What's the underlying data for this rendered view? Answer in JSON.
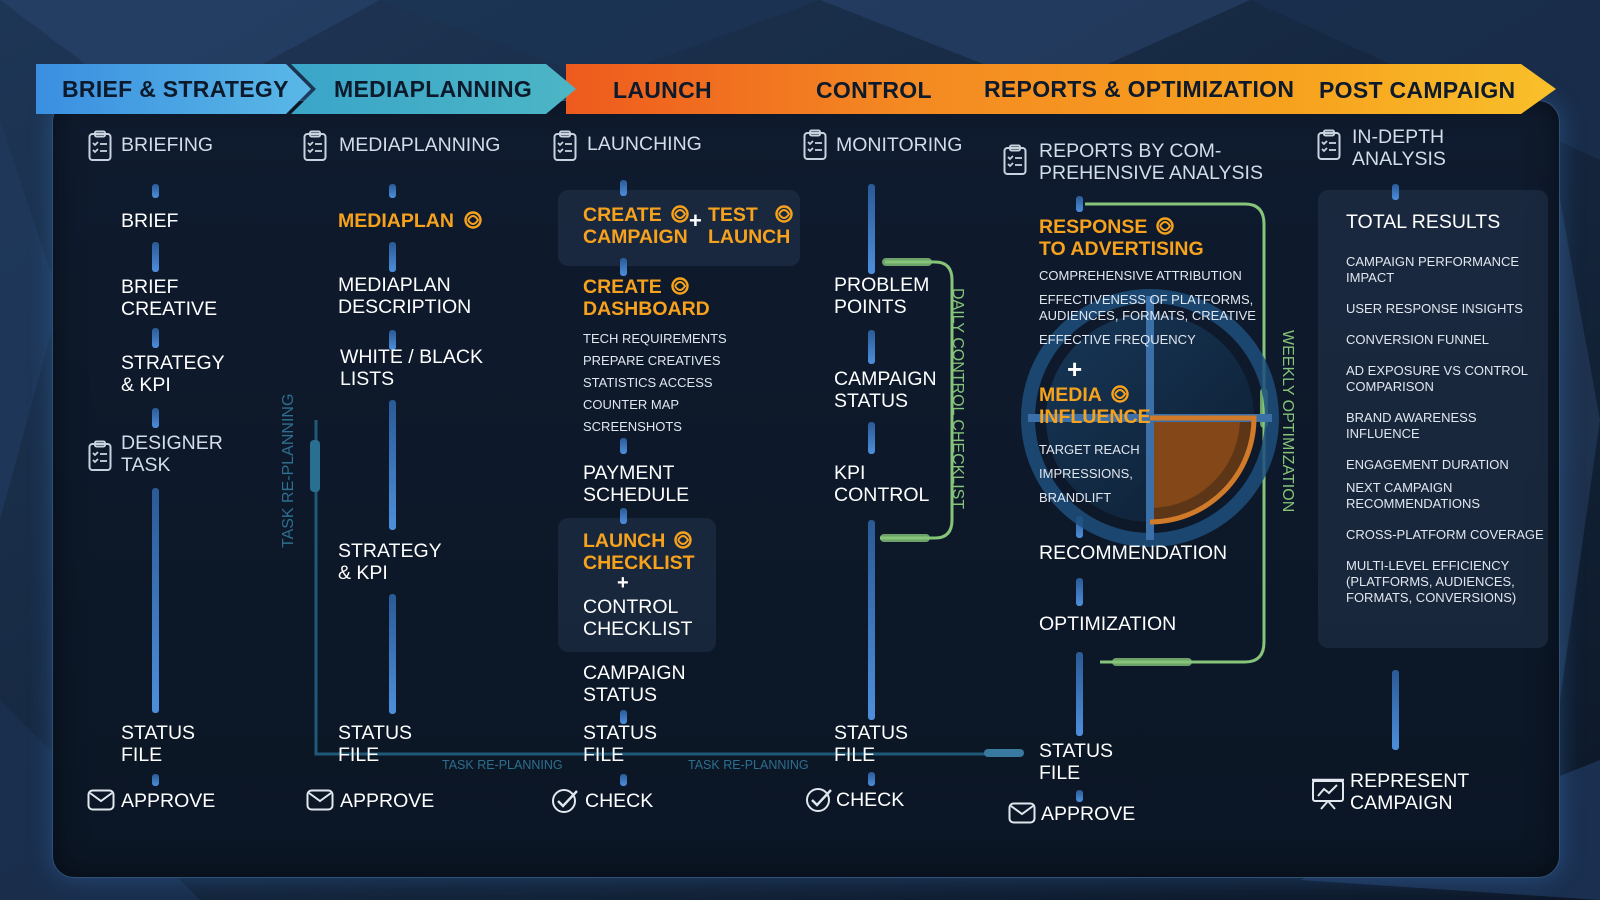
{
  "stages": [
    {
      "label": "BRIEF & STRATEGY"
    },
    {
      "label": "MEDIAPLANNING"
    },
    {
      "label": "LAUNCH"
    },
    {
      "label": "CONTROL"
    },
    {
      "label": "REPORTS & OPTIMIZATION"
    },
    {
      "label": "POST CAMPAIGN"
    }
  ],
  "col1": {
    "heading": "BRIEFING",
    "brief": "BRIEF",
    "brief_creative": [
      "BRIEF",
      "CREATIVE"
    ],
    "strategy": [
      "STRATEGY",
      "& KPI"
    ],
    "designer": [
      "DESIGNER",
      "TASK"
    ],
    "status": [
      "STATUS",
      "FILE"
    ],
    "action": "APPROVE"
  },
  "col2": {
    "heading": "MEDIAPLANNING",
    "mediaplan": "MEDIAPLAN",
    "description": [
      "MEDIAPLAN",
      "DESCRIPTION"
    ],
    "lists": [
      "WHITE / BLACK",
      "LISTS"
    ],
    "strategy": [
      "STRATEGY",
      "& KPI"
    ],
    "status": [
      "STATUS",
      "FILE"
    ],
    "action": "APPROVE",
    "replanning_vertical": "TASK RE-PLANNING"
  },
  "col3": {
    "heading": "LAUNCHING",
    "create_campaign": [
      "CREATE",
      "CAMPAIGN"
    ],
    "test_launch": [
      "TEST",
      "LAUNCH"
    ],
    "create_dashboard": [
      "CREATE",
      "DASHBOARD"
    ],
    "dashboard_items": [
      "TECH REQUIREMENTS",
      "PREPARE CREATIVES",
      "STATISTICS ACCESS",
      "COUNTER MAP",
      "SCREENSHOTS"
    ],
    "payment": [
      "PAYMENT",
      "SCHEDULE"
    ],
    "launch_checklist": [
      "LAUNCH",
      "CHECKLIST"
    ],
    "control_checklist": [
      "CONTROL",
      "CHECKLIST"
    ],
    "campaign_status": [
      "CAMPAIGN",
      "STATUS"
    ],
    "status": [
      "STATUS",
      "FILE"
    ],
    "action": "CHECK"
  },
  "col4": {
    "heading": "MONITORING",
    "problem": [
      "PROBLEM",
      "POINTS"
    ],
    "campaign_status": [
      "CAMPAIGN",
      "STATUS"
    ],
    "kpi": [
      "KPI",
      "CONTROL"
    ],
    "status": [
      "STATUS",
      "FILE"
    ],
    "action": "CHECK",
    "daily_label": "DAILY CONTROL CHECKLIST"
  },
  "col5": {
    "heading": [
      "REPORTS BY COM-",
      "PREHENSIVE ANALYSIS"
    ],
    "response": [
      "RESPONSE",
      "TO ADVERTISING"
    ],
    "response_items": [
      "COMPREHENSIVE ATTRIBUTION",
      "EFFECTIVENESS OF PLATFORMS,",
      "AUDIENCES, FORMATS, CREATIVE",
      "EFFECTIVE FREQUENCY"
    ],
    "media": [
      "MEDIA",
      "INFLUENCE"
    ],
    "media_items": [
      "TARGET REACH",
      "IMPRESSIONS,",
      "BRANDLIFT"
    ],
    "recommendation": "RECOMMENDATION",
    "optimization": "OPTIMIZATION",
    "status": [
      "STATUS",
      "FILE"
    ],
    "action": "APPROVE",
    "weekly_label": "WEEKLY OPTIMIZATION"
  },
  "col6": {
    "heading": [
      "IN-DEPTH",
      "ANALYSIS"
    ],
    "total": "TOTAL RESULTS",
    "items": [
      [
        "CAMPAIGN PERFORMANCE",
        "IMPACT"
      ],
      [
        "USER RESPONSE INSIGHTS"
      ],
      [
        "CONVERSION FUNNEL"
      ],
      [
        "AD EXPOSURE VS CONTROL",
        "COMPARISON"
      ],
      [
        "BRAND AWARENESS",
        "INFLUENCE"
      ],
      [
        "ENGAGEMENT DURATION"
      ],
      [
        "NEXT CAMPAIGN",
        "RECOMMENDATIONS"
      ],
      [
        "CROSS-PLATFORM COVERAGE"
      ],
      [
        "MULTI-LEVEL EFFICIENCY",
        "(PLATFORMS, AUDIENCES,",
        "FORMATS, CONVERSIONS)"
      ]
    ],
    "represent": [
      "REPRESENT",
      "CAMPAIGN"
    ]
  },
  "replanning": [
    "TASK RE-PLANNING",
    "TASK RE-PLANNING"
  ],
  "colors": {
    "accent_orange": "#f7a21d",
    "arrow_blue": "#3f7fd0",
    "loop_green": "#86c47a",
    "panel_bg": "#0f1b2e"
  }
}
